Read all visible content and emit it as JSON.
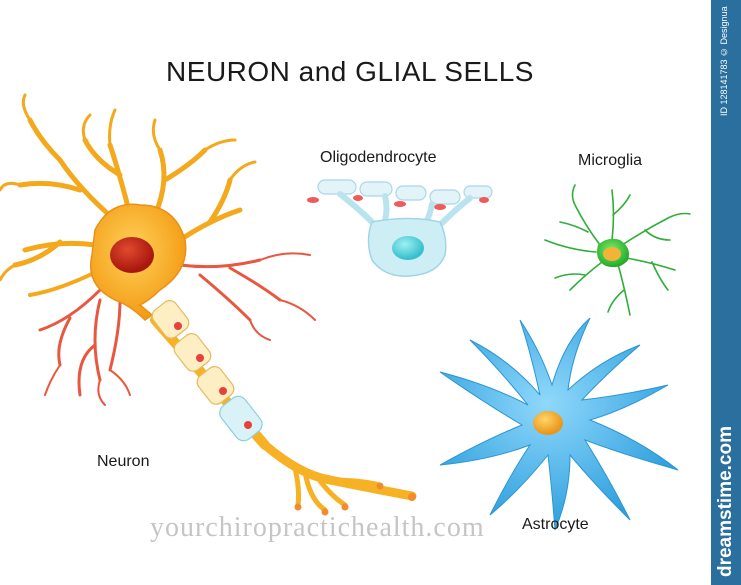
{
  "title": "NEURON and GLIAL SELLS",
  "labels": {
    "oligodendrocyte": "Oligodendrocyte",
    "microglia": "Microglia",
    "neuron": "Neuron",
    "astrocyte": "Astrocyte"
  },
  "watermark": "yourchiropractichealth.com",
  "stock_sidebar": {
    "id_text": "ID 128141783 © Designua",
    "logo_text": "dreamstime.com"
  },
  "colors": {
    "neuron_body": "#f7b124",
    "neuron_nucleus": "#c4281c",
    "dendrite_red": "#e8573f",
    "myelin": "#fde9b8",
    "oligodendrocyte": "#cdeef5",
    "microglia": "#3cc83a",
    "astrocyte": "#3aaee6",
    "sidebar": "#2a6f9e"
  },
  "icons": [
    "neuron-cell",
    "oligodendrocyte-cell",
    "microglia-cell",
    "astrocyte-cell"
  ]
}
